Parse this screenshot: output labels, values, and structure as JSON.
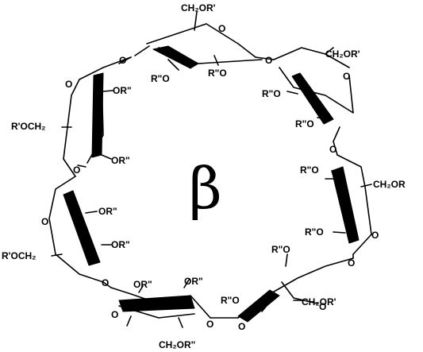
{
  "center_symbol": "β",
  "ring_oxygen": "O",
  "labels": {
    "top_ch2or": "CH₂OR'",
    "top_left_oh": "R\"O",
    "top_right_oh": "R\"O",
    "ur_ch2or": "CH₂OR'",
    "ur_r1": "R\"O",
    "ur_r2": "R\"O",
    "ul_or1": "OR\"",
    "ul_ch2": "R'OCH₂",
    "ul_or2": "OR\"",
    "right_r1": "R\"O",
    "right_ch2or": "CH₂OR",
    "right_r2": "R\"O",
    "ll_or1": "OR\"",
    "ll_ch2": "R'OCH₂",
    "ll_or2": "OR\"",
    "lr_r1": "R\"O",
    "lr_r2": "R\"O",
    "lr_ch2or": "CH₂OR'",
    "bot_or1": "OR\"",
    "bot_or2": "OR\"",
    "bot_ch2or": "CH₂OR\""
  },
  "colors": {
    "ink": "#000000",
    "background": "#ffffff"
  }
}
